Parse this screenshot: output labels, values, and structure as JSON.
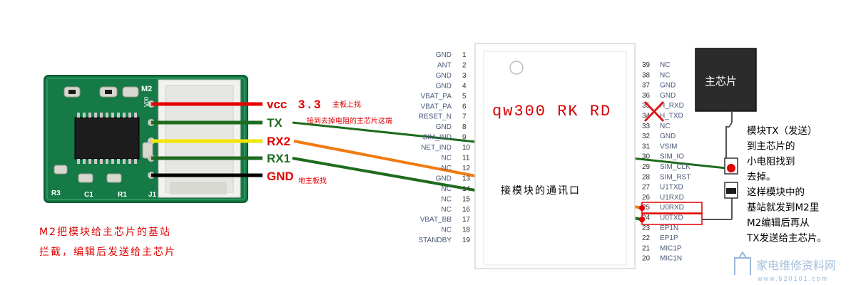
{
  "module_board": {
    "label_m2": "M2",
    "label_r3": "R3",
    "label_c1": "C1",
    "label_r1": "R1",
    "label_j1": "J1",
    "label_v00": "V00"
  },
  "wires": {
    "vcc_label": "vcc",
    "vcc_voltage": "3.3",
    "vcc_note": "主板上找",
    "tx_label": "TX",
    "tx_note": "接到去掉电阻的主芯片这端",
    "rx2_label": "RX2",
    "rx1_label": "RX1",
    "gnd_label": "GND",
    "gnd_note": "地主板找",
    "colors": {
      "vcc": "#e60000",
      "tx": "#1e6b1e",
      "rx2": "#f2e600",
      "rx1": "#1e6b1e",
      "gnd": "#000000",
      "orange": "#f07a10"
    }
  },
  "left_note": {
    "line1": "M2把模块给主芯片的基站",
    "line2": "拦截，编辑后发送给主芯片"
  },
  "module": {
    "title": "qw300 RK RD",
    "comm_label": "接模块的通讯口",
    "left_pins": [
      {
        "num": "1",
        "label": "GND"
      },
      {
        "num": "2",
        "label": "ANT"
      },
      {
        "num": "3",
        "label": "GND"
      },
      {
        "num": "4",
        "label": "GND"
      },
      {
        "num": "5",
        "label": "VBAT_PA"
      },
      {
        "num": "6",
        "label": "VBAT_PA"
      },
      {
        "num": "7",
        "label": "RESET_N"
      },
      {
        "num": "8",
        "label": "GND"
      },
      {
        "num": "9",
        "label": "SIM_IND"
      },
      {
        "num": "10",
        "label": "NET_IND"
      },
      {
        "num": "11",
        "label": "NC"
      },
      {
        "num": "12",
        "label": "NC"
      },
      {
        "num": "13",
        "label": "GND"
      },
      {
        "num": "14",
        "label": "NC"
      },
      {
        "num": "15",
        "label": "NC"
      },
      {
        "num": "16",
        "label": "NC"
      },
      {
        "num": "17",
        "label": "VBAT_BB"
      },
      {
        "num": "18",
        "label": "NC"
      },
      {
        "num": "19",
        "label": "STANDBY"
      }
    ],
    "right_pins": [
      {
        "num": "39",
        "label": "NC"
      },
      {
        "num": "38",
        "label": "NC"
      },
      {
        "num": "37",
        "label": "GND"
      },
      {
        "num": "36",
        "label": "GND"
      },
      {
        "num": "35",
        "label": "H_RXD"
      },
      {
        "num": "34",
        "label": "H_TXD"
      },
      {
        "num": "33",
        "label": "NC"
      },
      {
        "num": "32",
        "label": "GND"
      },
      {
        "num": "31",
        "label": "VSIM"
      },
      {
        "num": "30",
        "label": "SIM_IO"
      },
      {
        "num": "29",
        "label": "SIM_CLK"
      },
      {
        "num": "28",
        "label": "SIM_RST"
      },
      {
        "num": "27",
        "label": "U1TXD"
      },
      {
        "num": "26",
        "label": "U1RXD"
      },
      {
        "num": "25",
        "label": "U0RXD"
      },
      {
        "num": "24",
        "label": "U0TXD"
      },
      {
        "num": "23",
        "label": "EP1N"
      },
      {
        "num": "22",
        "label": "EP1P"
      },
      {
        "num": "21",
        "label": "MIC1P"
      },
      {
        "num": "20",
        "label": "MIC1N"
      }
    ]
  },
  "main_chip": {
    "label": "主芯片",
    "note_lines": [
      "模块TX（发送）",
      "到主芯片的",
      "小电阻找到",
      "去掉。",
      "这样模块中的",
      "基站就发到M2里",
      "M2编辑后再从",
      "TX发送给主芯片。"
    ]
  },
  "watermark": {
    "text": "家电维修资料网",
    "url": "www.520101.com"
  }
}
